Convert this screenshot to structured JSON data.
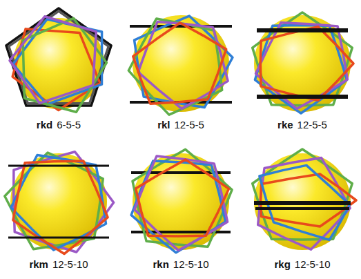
{
  "diagram": {
    "labels": [
      "rkd",
      "6-5-5",
      "rkl",
      "12-5-5",
      "rke",
      "12-5-5",
      "rkm",
      "12-5-10",
      "rkn",
      "12-5-10",
      "rkg",
      "12-5-10"
    ]
  }
}
